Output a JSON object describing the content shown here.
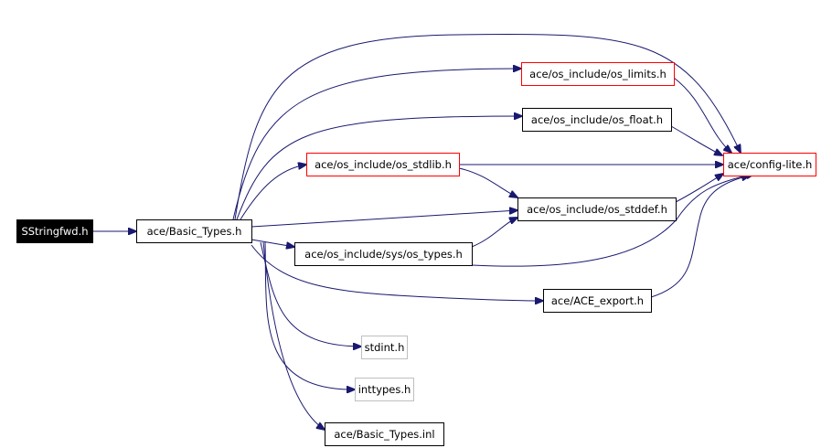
{
  "colors": {
    "edge": "#191970",
    "root_fill": "#000000",
    "root_text": "#ffffff",
    "box_normal": "#000000",
    "box_truncated": "#ff0000",
    "box_external": "#bfbfbf",
    "text": "#000000"
  },
  "nodes": [
    {
      "id": "sstringfwd",
      "label": "SStringfwd.h",
      "style": "root"
    },
    {
      "id": "basic_types",
      "label": "ace/Basic_Types.h",
      "style": "normal"
    },
    {
      "id": "os_limits",
      "label": "ace/os_include/os_limits.h",
      "style": "truncated"
    },
    {
      "id": "os_float",
      "label": "ace/os_include/os_float.h",
      "style": "normal"
    },
    {
      "id": "os_stdlib",
      "label": "ace/os_include/os_stdlib.h",
      "style": "truncated"
    },
    {
      "id": "config_lite",
      "label": "ace/config-lite.h",
      "style": "truncated"
    },
    {
      "id": "os_stddef",
      "label": "ace/os_include/os_stddef.h",
      "style": "normal"
    },
    {
      "id": "os_types",
      "label": "ace/os_include/sys/os_types.h",
      "style": "normal"
    },
    {
      "id": "ace_export",
      "label": "ace/ACE_export.h",
      "style": "normal"
    },
    {
      "id": "stdint",
      "label": "stdint.h",
      "style": "external"
    },
    {
      "id": "inttypes",
      "label": "inttypes.h",
      "style": "external"
    },
    {
      "id": "basic_types_inl",
      "label": "ace/Basic_Types.inl",
      "style": "normal"
    }
  ],
  "edges": [
    {
      "from": "sstringfwd",
      "to": "basic_types"
    },
    {
      "from": "basic_types",
      "to": "os_limits"
    },
    {
      "from": "basic_types",
      "to": "os_float"
    },
    {
      "from": "basic_types",
      "to": "os_stdlib"
    },
    {
      "from": "basic_types",
      "to": "config_lite"
    },
    {
      "from": "basic_types",
      "to": "os_stddef"
    },
    {
      "from": "basic_types",
      "to": "os_types"
    },
    {
      "from": "basic_types",
      "to": "ace_export"
    },
    {
      "from": "basic_types",
      "to": "stdint"
    },
    {
      "from": "basic_types",
      "to": "inttypes"
    },
    {
      "from": "basic_types",
      "to": "basic_types_inl"
    },
    {
      "from": "os_limits",
      "to": "config_lite"
    },
    {
      "from": "os_float",
      "to": "config_lite"
    },
    {
      "from": "os_stdlib",
      "to": "config_lite"
    },
    {
      "from": "os_stdlib",
      "to": "os_stddef"
    },
    {
      "from": "os_stddef",
      "to": "config_lite"
    },
    {
      "from": "os_types",
      "to": "os_stddef"
    },
    {
      "from": "os_types",
      "to": "config_lite"
    },
    {
      "from": "ace_export",
      "to": "config_lite"
    }
  ]
}
